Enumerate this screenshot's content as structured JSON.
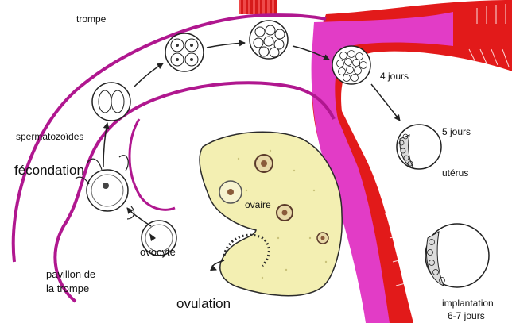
{
  "colors": {
    "tube_outline": "#b0178f",
    "endometrium_red": "#e21a1a",
    "endometrium_pink": "#e23cc6",
    "ovary_fill": "#f3efb2",
    "ovary_outline": "#2b2b2b",
    "cell_stroke": "#222222",
    "arrow": "#222222"
  },
  "labels": {
    "trompe": "trompe",
    "spermatozoides": "spermatozoïdes",
    "fecondation": "fécondation",
    "ovocyte": "ovocyte",
    "pavillon_line1": "pavillon de",
    "pavillon_line2": "la trompe",
    "ovulation": "ovulation",
    "ovaire": "ovaire",
    "quatre_jours": "4 jours",
    "cinq_jours": "5 jours",
    "uterus": "utérus",
    "implantation_line1": "implantation",
    "implantation_line2": "6-7 jours"
  }
}
